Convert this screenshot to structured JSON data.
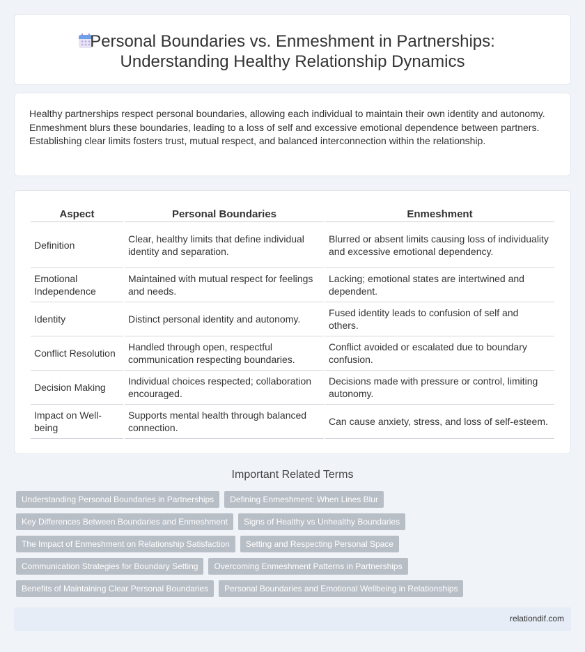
{
  "header": {
    "title_line1": "Personal Boundaries vs. Enmeshment in Partnerships:",
    "title_line2": "Understanding Healthy Relationship Dynamics",
    "icon": "calendar-icon"
  },
  "intro": {
    "text": "Healthy partnerships respect personal boundaries, allowing each individual to maintain their own identity and autonomy. Enmeshment blurs these boundaries, leading to a loss of self and excessive emotional dependence between partners. Establishing clear limits fosters trust, mutual respect, and balanced interconnection within the relationship."
  },
  "table": {
    "headers": [
      "Aspect",
      "Personal Boundaries",
      "Enmeshment"
    ],
    "rows": [
      [
        "Definition",
        "Clear, healthy limits that define individual identity and separation.",
        "Blurred or absent limits causing loss of individuality and excessive emotional dependency."
      ],
      [
        "Emotional Independence",
        "Maintained with mutual respect for feelings and needs.",
        "Lacking; emotional states are intertwined and dependent."
      ],
      [
        "Identity",
        "Distinct personal identity and autonomy.",
        "Fused identity leads to confusion of self and others."
      ],
      [
        "Conflict Resolution",
        "Handled through open, respectful communication respecting boundaries.",
        "Conflict avoided or escalated due to boundary confusion."
      ],
      [
        "Decision Making",
        "Individual choices respected; collaboration encouraged.",
        "Decisions made with pressure or control, limiting autonomy."
      ],
      [
        "Impact on Well-being",
        "Supports mental health through balanced connection.",
        "Can cause anxiety, stress, and loss of self-esteem."
      ]
    ]
  },
  "related": {
    "title": "Important Related Terms",
    "rows": [
      [
        "Understanding Personal Boundaries in Partnerships",
        "Defining Enmeshment: When Lines Blur"
      ],
      [
        "Key Differences Between Boundaries and Enmeshment",
        "Signs of Healthy vs Unhealthy Boundaries"
      ],
      [
        "The Impact of Enmeshment on Relationship Satisfaction",
        "Setting and Respecting Personal Space"
      ],
      [
        "Communication Strategies for Boundary Setting",
        "Overcoming Enmeshment Patterns in Partnerships"
      ],
      [
        "Benefits of Maintaining Clear Personal Boundaries",
        "Personal Boundaries and Emotional Wellbeing in Relationships"
      ]
    ]
  },
  "footer": {
    "text": "relationdif.com"
  }
}
